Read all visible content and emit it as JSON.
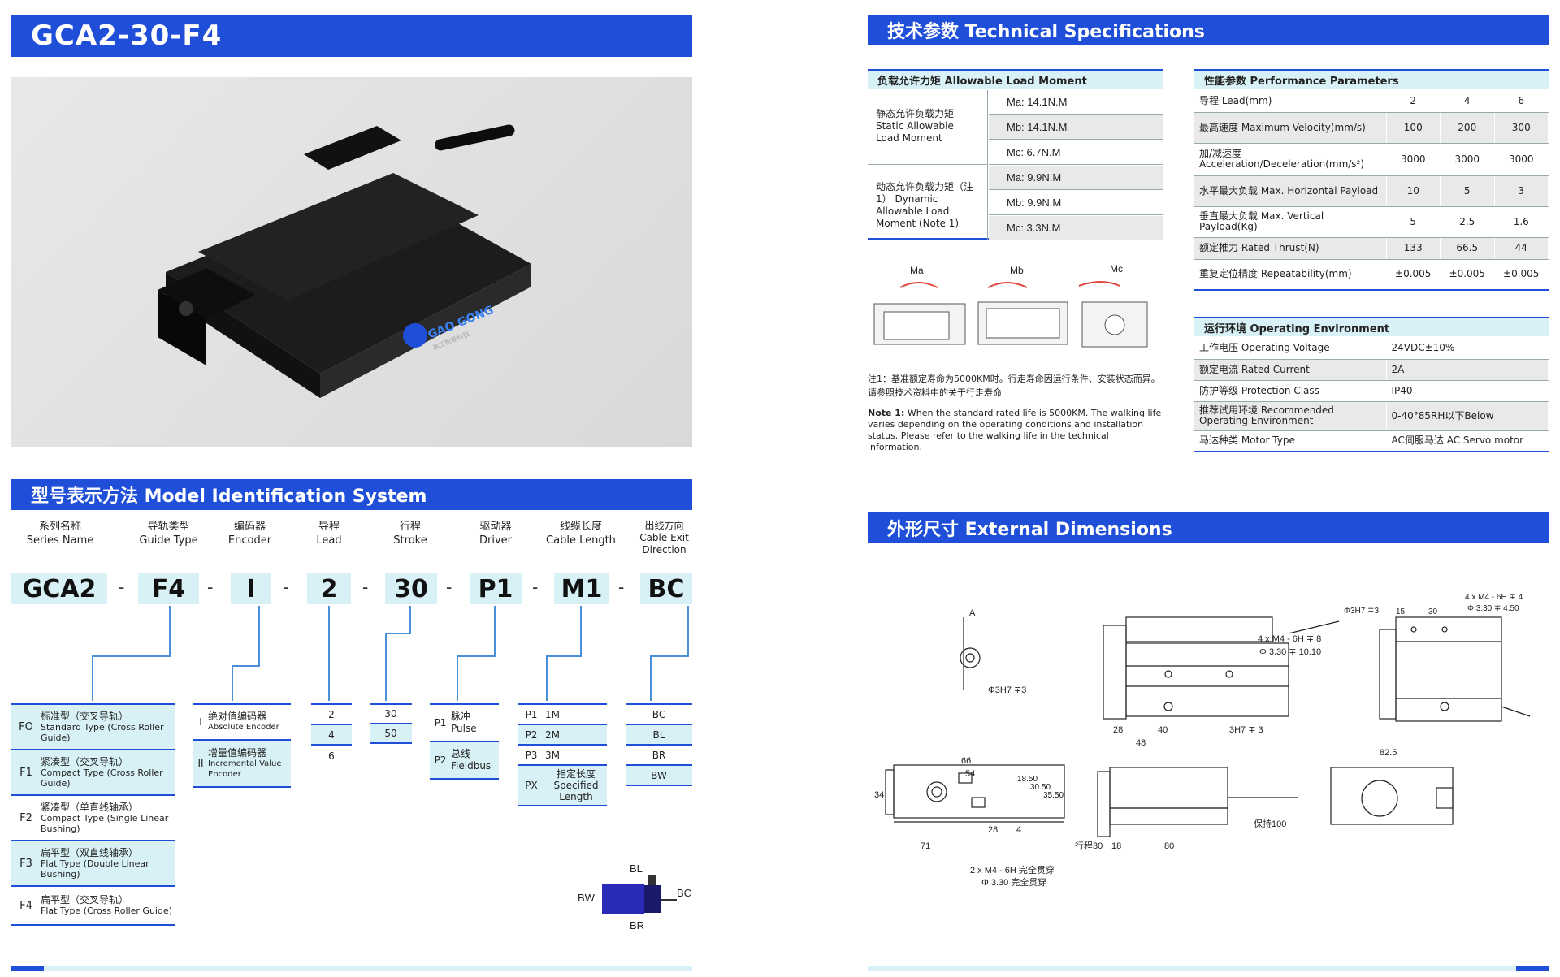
{
  "left": {
    "product_title": "GCA2-30-F4",
    "logo_text": "GAO GONG",
    "logo_sub": "高工智能科技",
    "model_section_title": "型号表示方法  Model Identification System",
    "model_columns": [
      {
        "cn": "系列名称",
        "en": "Series Name",
        "code": "GCA2"
      },
      {
        "cn": "导轨类型",
        "en": "Guide Type",
        "code": "F4"
      },
      {
        "cn": "编码器",
        "en": "Encoder",
        "code": "I"
      },
      {
        "cn": "导程",
        "en": "Lead",
        "code": "2"
      },
      {
        "cn": "行程",
        "en": "Stroke",
        "code": "30"
      },
      {
        "cn": "驱动器",
        "en": "Driver",
        "code": "P1"
      },
      {
        "cn": "线缆长度",
        "en": "Cable Length",
        "code": "M1"
      },
      {
        "cn": "出线方向",
        "en": "Cable Exit Direction",
        "code": "BC"
      }
    ],
    "dash": "-",
    "guide_options": [
      {
        "code": "FO",
        "cn": "标准型（交叉导轨）",
        "en": "Standard Type (Cross Roller Guide)"
      },
      {
        "code": "F1",
        "cn": "紧凑型（交叉导轨）",
        "en": "Compact Type (Cross Roller Guide)"
      },
      {
        "code": "F2",
        "cn": "紧凑型（单直线轴承）",
        "en": "Compact Type (Single Linear Bushing)"
      },
      {
        "code": "F3",
        "cn": "扁平型（双直线轴承）",
        "en": "Flat Type (Double Linear Bushing)"
      },
      {
        "code": "F4",
        "cn": "扁平型（交叉导轨）",
        "en": "Flat Type (Cross Roller Guide)"
      }
    ],
    "encoder_options": [
      {
        "code": "I",
        "cn": "绝对值编码器",
        "en": "Absolute Encoder"
      },
      {
        "code": "II",
        "cn": "增量值编码器",
        "en": "Incremental Value Encoder"
      }
    ],
    "lead_options": [
      "2",
      "4",
      "6"
    ],
    "stroke_options": [
      "30",
      "50"
    ],
    "driver_options": [
      {
        "code": "P1",
        "cn": "脉冲",
        "en": "Pulse"
      },
      {
        "code": "P2",
        "cn": "总线",
        "en": "Fieldbus"
      }
    ],
    "cable_options": [
      {
        "code": "P1",
        "val": "1M"
      },
      {
        "code": "P2",
        "val": "2M"
      },
      {
        "code": "P3",
        "val": "3M"
      },
      {
        "code": "PX",
        "val": "指定长度 Specified Length"
      }
    ],
    "exit_options": [
      "BC",
      "BL",
      "BR",
      "BW"
    ],
    "exit_diagram": {
      "top": "BL",
      "left": "BW",
      "right": "BC",
      "bottom": "BR"
    }
  },
  "right": {
    "tech_title": "技术参数  Technical Specifications",
    "load_title": "负载允许力矩  Allowable Load Moment",
    "static_label": "静态允许负载力矩 Static Allowable Load Moment",
    "dynamic_label": "动态允许负载力矩（注1） Dynamic Allowable Load Moment (Note 1)",
    "static_values": [
      "Ma: 14.1N.M",
      "Mb: 14.1N.M",
      "Mc: 6.7N.M"
    ],
    "dynamic_values": [
      "Ma: 9.9N.M",
      "Mb: 9.9N.M",
      "Mc: 3.3N.M"
    ],
    "moment_labels": [
      "Ma",
      "Mb",
      "Mc"
    ],
    "note_cn": "注1：基准额定寿命为5000KM时。行走寿命因运行条件、安装状态而异。请参照技术资料中的关于行走寿命",
    "note_en_bold": "Note 1:",
    "note_en": "When the standard rated life is 5000KM. The walking life varies depending on the operating conditions and installation status. Please refer to the walking life in the technical information.",
    "perf_title": "性能参数  Performance Parameters",
    "perf_rows": [
      {
        "label": "导程 Lead(mm)",
        "v": [
          "2",
          "4",
          "6"
        ]
      },
      {
        "label": "最高速度 Maximum Velocity(mm/s)",
        "v": [
          "100",
          "200",
          "300"
        ]
      },
      {
        "label": "加/减速度 Acceleration/Deceleration(mm/s²)",
        "v": [
          "3000",
          "3000",
          "3000"
        ]
      },
      {
        "label": "水平最大负载 Max. Horizontal Payload",
        "v": [
          "10",
          "5",
          "3"
        ]
      },
      {
        "label": "垂直最大负载 Max. Vertical Payload(Kg)",
        "v": [
          "5",
          "2.5",
          "1.6"
        ]
      },
      {
        "label": "额定推力 Rated Thrust(N)",
        "v": [
          "133",
          "66.5",
          "44"
        ]
      },
      {
        "label": "重复定位精度 Repeatability(mm)",
        "v": [
          "±0.005",
          "±0.005",
          "±0.005"
        ]
      }
    ],
    "env_title": "运行环境  Operating Environment",
    "env_rows": [
      {
        "label": "工作电压 Operating Voltage",
        "value": "24VDC±10%"
      },
      {
        "label": "额定电流 Rated Current",
        "value": "2A"
      },
      {
        "label": "防护等级 Protection Class",
        "value": "IP40"
      },
      {
        "label": "推荐试用环境 Recommended Operating Environment",
        "value": "0-40°85RH以下Below"
      },
      {
        "label": "马达种类 Motor Type",
        "value": "AC伺服马达 AC Servo motor"
      }
    ],
    "dims_title": "外形尺寸  External Dimensions",
    "dim_labels": [
      "66",
      "54",
      "34",
      "18.50",
      "30.50",
      "35.50",
      "28",
      "4",
      "71",
      "2 x M4 - 6H 完全贯穿",
      "Φ 3.30 完全贯穿",
      "Φ3H7 ∓3",
      "4 x M4 - 6H ∓ 8",
      "Φ 3.30 ∓ 10.10",
      "28",
      "40",
      "48",
      "3H7 ∓ 3",
      "行程30",
      "18",
      "80",
      "保持100",
      "Φ3H7 ∓3",
      "15",
      "30",
      "4 x M4 - 6H ∓ 4",
      "Φ 3.30 ∓ 4.50",
      "82.5",
      "A"
    ]
  },
  "colors": {
    "accent": "#1f4ed8",
    "light": "#d8f1f6",
    "line": "#4a90d9"
  }
}
